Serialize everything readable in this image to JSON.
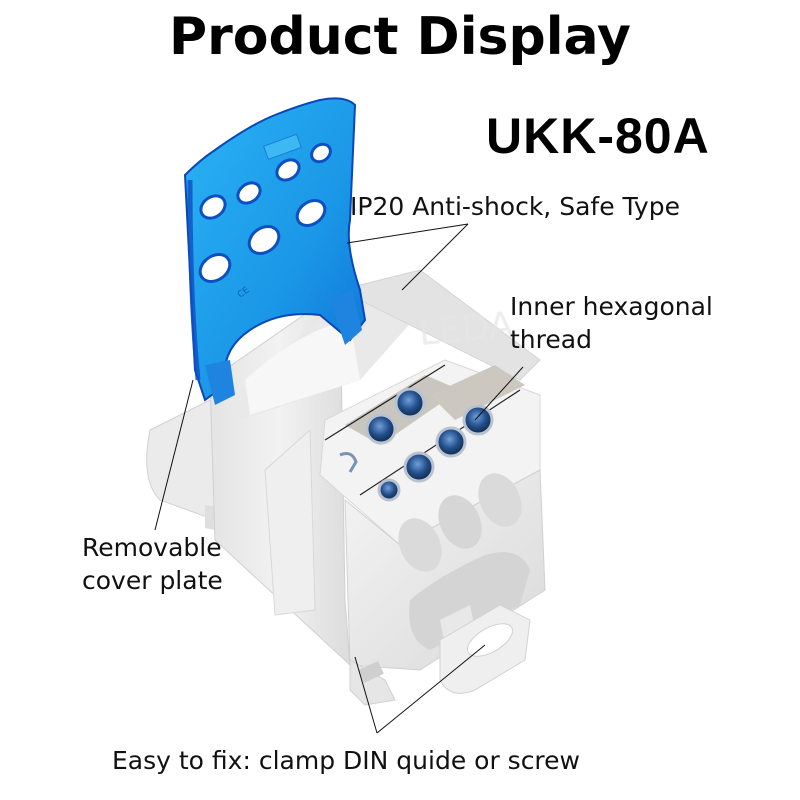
{
  "header": {
    "title": "Product Display",
    "model": "UKK-80A"
  },
  "callouts": {
    "ip20": {
      "text": "IP20 Anti-shock, Safe Type"
    },
    "hex_thread": {
      "lines": [
        "Inner hexagonal",
        "thread"
      ]
    },
    "cover_plate": {
      "lines": [
        "Removable",
        "cover plate"
      ]
    },
    "mounting": {
      "text": "Easy to fix: clamp DIN quide or screw"
    }
  },
  "product": {
    "name": "distribution terminal block",
    "cover_color": "#1E9BE8",
    "cover_dark": "#0B4FC4",
    "body_color": "#EDEDED",
    "body_shadow": "#D6D6D6",
    "screw_color": "#2A5C9A",
    "cover_holes": 7,
    "screws": 6,
    "watermark": "LEDA"
  },
  "colors": {
    "text": "#000000",
    "leader_line": "#111111",
    "background": "#FFFFFF"
  }
}
